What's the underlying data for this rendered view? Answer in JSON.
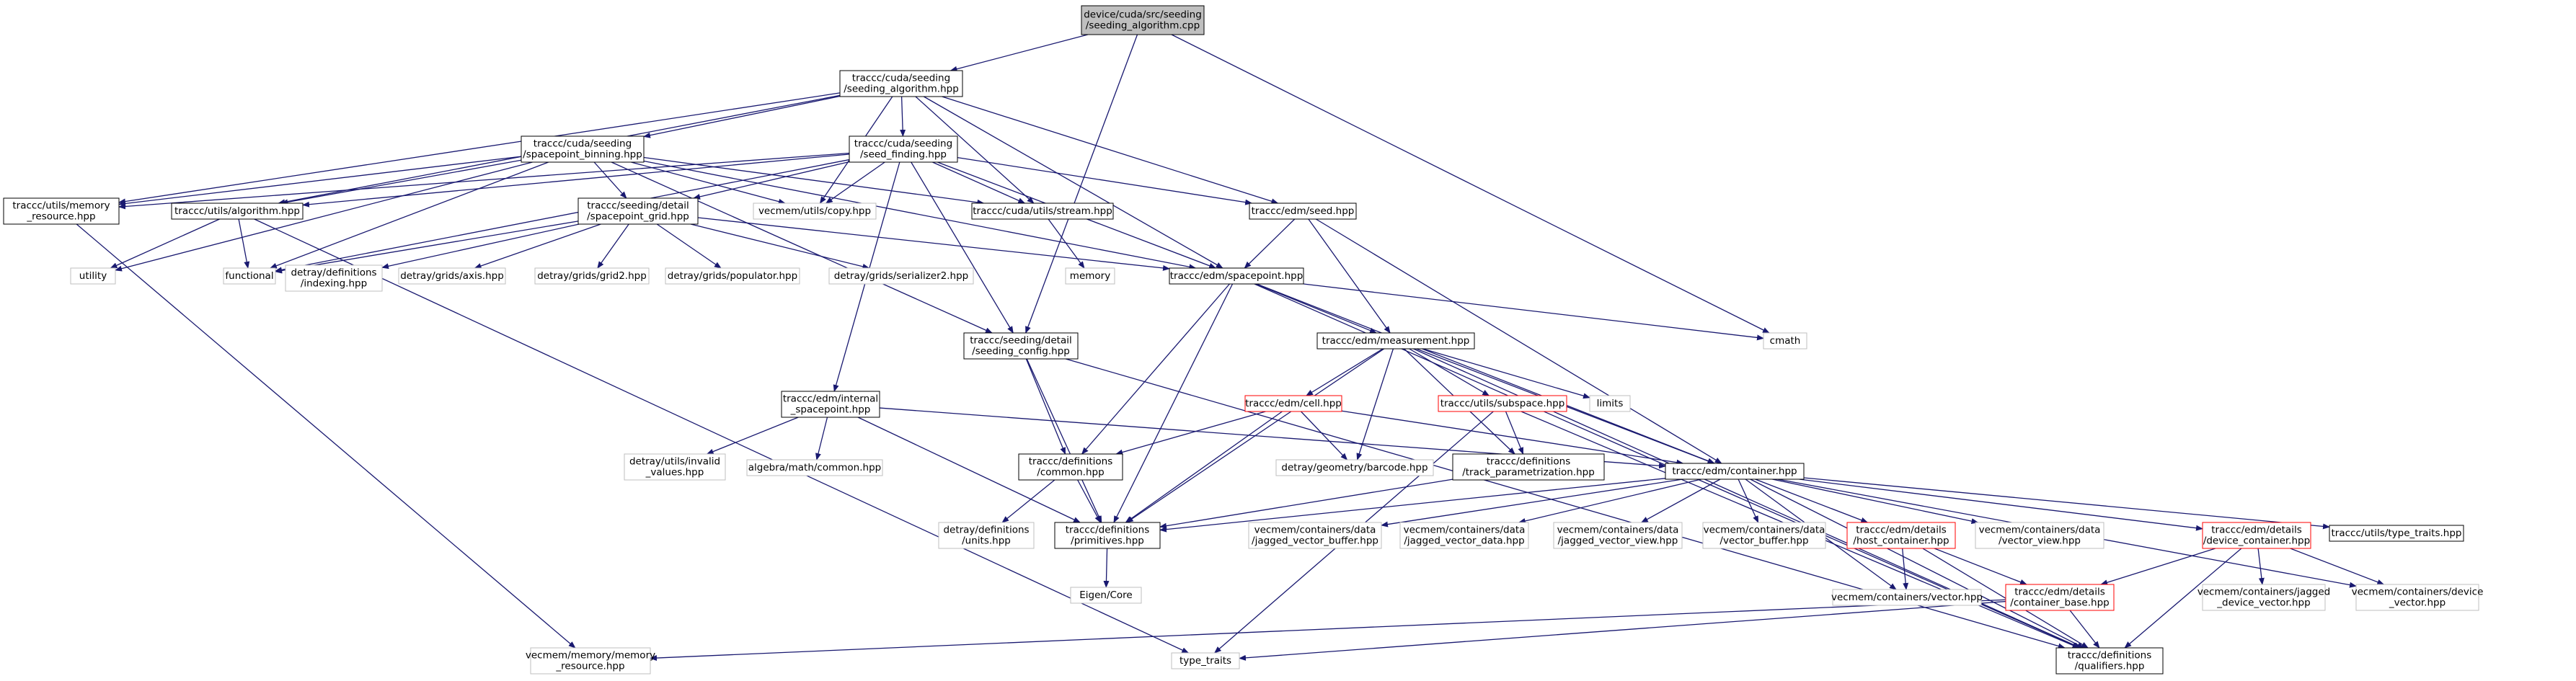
{
  "colors": {
    "edge": "#191970",
    "border_main": "#000000",
    "border_red": "#ff0000",
    "border_gray": "#bfbfbf",
    "fill_root": "#bfbfbf",
    "fill_node": "#ffffff",
    "text": "#000000"
  },
  "nodes": [
    {
      "id": "root",
      "lines": [
        "device/cuda/src/seeding",
        "/seeding_algorithm.cpp"
      ],
      "style": "root"
    },
    {
      "id": "seeding_alg",
      "lines": [
        "traccc/cuda/seeding",
        "/seeding_algorithm.hpp"
      ],
      "style": "main"
    },
    {
      "id": "sp_binning",
      "lines": [
        "traccc/cuda/seeding",
        "/spacepoint_binning.hpp"
      ],
      "style": "main"
    },
    {
      "id": "seed_finding",
      "lines": [
        "traccc/cuda/seeding",
        "/seed_finding.hpp"
      ],
      "style": "main"
    },
    {
      "id": "memory_resource",
      "lines": [
        "traccc/utils/memory",
        "_resource.hpp"
      ],
      "style": "main"
    },
    {
      "id": "algorithm",
      "lines": [
        "traccc/utils/algorithm.hpp"
      ],
      "style": "main"
    },
    {
      "id": "utility",
      "lines": [
        "utility"
      ],
      "style": "gray"
    },
    {
      "id": "functional",
      "lines": [
        "functional"
      ],
      "style": "gray"
    },
    {
      "id": "sp_grid",
      "lines": [
        "traccc/seeding/detail",
        "/spacepoint_grid.hpp"
      ],
      "style": "main"
    },
    {
      "id": "indexing",
      "lines": [
        "detray/definitions",
        "/indexing.hpp"
      ],
      "style": "gray"
    },
    {
      "id": "axis",
      "lines": [
        "detray/grids/axis.hpp"
      ],
      "style": "gray"
    },
    {
      "id": "grid2",
      "lines": [
        "detray/grids/grid2.hpp"
      ],
      "style": "gray"
    },
    {
      "id": "populator",
      "lines": [
        "detray/grids/populator.hpp"
      ],
      "style": "gray"
    },
    {
      "id": "serializer2",
      "lines": [
        "detray/grids/serializer2.hpp"
      ],
      "style": "gray"
    },
    {
      "id": "copy",
      "lines": [
        "vecmem/utils/copy.hpp"
      ],
      "style": "gray"
    },
    {
      "id": "stream",
      "lines": [
        "traccc/cuda/utils/stream.hpp"
      ],
      "style": "main"
    },
    {
      "id": "memory",
      "lines": [
        "memory"
      ],
      "style": "gray"
    },
    {
      "id": "seed",
      "lines": [
        "traccc/edm/seed.hpp"
      ],
      "style": "main"
    },
    {
      "id": "spacepoint",
      "lines": [
        "traccc/edm/spacepoint.hpp"
      ],
      "style": "main"
    },
    {
      "id": "cmath",
      "lines": [
        "cmath"
      ],
      "style": "gray"
    },
    {
      "id": "seeding_config",
      "lines": [
        "traccc/seeding/detail",
        "/seeding_config.hpp"
      ],
      "style": "main"
    },
    {
      "id": "measurement",
      "lines": [
        "traccc/edm/measurement.hpp"
      ],
      "style": "main"
    },
    {
      "id": "internal_sp",
      "lines": [
        "traccc/edm/internal",
        "_spacepoint.hpp"
      ],
      "style": "main"
    },
    {
      "id": "cell",
      "lines": [
        "traccc/edm/cell.hpp"
      ],
      "style": "red"
    },
    {
      "id": "subspace",
      "lines": [
        "traccc/utils/subspace.hpp"
      ],
      "style": "red"
    },
    {
      "id": "limits",
      "lines": [
        "limits"
      ],
      "style": "gray"
    },
    {
      "id": "invalid_values",
      "lines": [
        "detray/utils/invalid",
        "_values.hpp"
      ],
      "style": "gray"
    },
    {
      "id": "alg_common",
      "lines": [
        "algebra/math/common.hpp"
      ],
      "style": "gray"
    },
    {
      "id": "def_common",
      "lines": [
        "traccc/definitions",
        "/common.hpp"
      ],
      "style": "main"
    },
    {
      "id": "barcode",
      "lines": [
        "detray/geometry/barcode.hpp"
      ],
      "style": "gray"
    },
    {
      "id": "track_param",
      "lines": [
        "traccc/definitions",
        "/track_parametrization.hpp"
      ],
      "style": "main"
    },
    {
      "id": "container",
      "lines": [
        "traccc/edm/container.hpp"
      ],
      "style": "main"
    },
    {
      "id": "units",
      "lines": [
        "detray/definitions",
        "/units.hpp"
      ],
      "style": "gray"
    },
    {
      "id": "primitives",
      "lines": [
        "traccc/definitions",
        "/primitives.hpp"
      ],
      "style": "main"
    },
    {
      "id": "eigen",
      "lines": [
        "Eigen/Core"
      ],
      "style": "gray"
    },
    {
      "id": "jv_buffer",
      "lines": [
        "vecmem/containers/data",
        "/jagged_vector_buffer.hpp"
      ],
      "style": "gray"
    },
    {
      "id": "jv_data",
      "lines": [
        "vecmem/containers/data",
        "/jagged_vector_data.hpp"
      ],
      "style": "gray"
    },
    {
      "id": "jv_view",
      "lines": [
        "vecmem/containers/data",
        "/jagged_vector_view.hpp"
      ],
      "style": "gray"
    },
    {
      "id": "vec_buffer",
      "lines": [
        "vecmem/containers/data",
        "/vector_buffer.hpp"
      ],
      "style": "gray"
    },
    {
      "id": "host_container",
      "lines": [
        "traccc/edm/details",
        "/host_container.hpp"
      ],
      "style": "red"
    },
    {
      "id": "vector_view",
      "lines": [
        "vecmem/containers/data",
        "/vector_view.hpp"
      ],
      "style": "gray"
    },
    {
      "id": "device_container",
      "lines": [
        "traccc/edm/details",
        "/device_container.hpp"
      ],
      "style": "red"
    },
    {
      "id": "type_traits_hpp",
      "lines": [
        "traccc/utils/type_traits.hpp"
      ],
      "style": "main"
    },
    {
      "id": "vec_vector",
      "lines": [
        "vecmem/containers/vector.hpp"
      ],
      "style": "gray"
    },
    {
      "id": "container_base",
      "lines": [
        "traccc/edm/details",
        "/container_base.hpp"
      ],
      "style": "red"
    },
    {
      "id": "jagged_device_vector",
      "lines": [
        "vecmem/containers/jagged",
        "_device_vector.hpp"
      ],
      "style": "gray"
    },
    {
      "id": "device_vector",
      "lines": [
        "vecmem/containers/device",
        "_vector.hpp"
      ],
      "style": "gray"
    },
    {
      "id": "vm_memory_resource",
      "lines": [
        "vecmem/memory/memory",
        "_resource.hpp"
      ],
      "style": "gray"
    },
    {
      "id": "type_traits",
      "lines": [
        "type_traits"
      ],
      "style": "gray"
    },
    {
      "id": "qualifiers",
      "lines": [
        "traccc/definitions",
        "/qualifiers.hpp"
      ],
      "style": "main"
    }
  ],
  "edges": [
    [
      "root",
      "seeding_alg"
    ],
    [
      "root",
      "seeding_config"
    ],
    [
      "root",
      "cmath"
    ],
    [
      "seeding_alg",
      "sp_binning"
    ],
    [
      "seeding_alg",
      "seed_finding"
    ],
    [
      "seeding_alg",
      "memory_resource"
    ],
    [
      "seeding_alg",
      "algorithm"
    ],
    [
      "seeding_alg",
      "copy"
    ],
    [
      "seeding_alg",
      "stream"
    ],
    [
      "seeding_alg",
      "seed"
    ],
    [
      "seeding_alg",
      "spacepoint"
    ],
    [
      "sp_binning",
      "memory_resource"
    ],
    [
      "sp_binning",
      "algorithm"
    ],
    [
      "sp_binning",
      "sp_grid"
    ],
    [
      "sp_binning",
      "copy"
    ],
    [
      "sp_binning",
      "stream"
    ],
    [
      "sp_binning",
      "spacepoint"
    ],
    [
      "sp_binning",
      "seeding_config"
    ],
    [
      "sp_binning",
      "utility"
    ],
    [
      "sp_binning",
      "functional"
    ],
    [
      "seed_finding",
      "memory_resource"
    ],
    [
      "seed_finding",
      "algorithm"
    ],
    [
      "seed_finding",
      "copy"
    ],
    [
      "seed_finding",
      "stream"
    ],
    [
      "seed_finding",
      "seed"
    ],
    [
      "seed_finding",
      "spacepoint"
    ],
    [
      "seed_finding",
      "seeding_config"
    ],
    [
      "seed_finding",
      "sp_grid"
    ],
    [
      "seed_finding",
      "internal_sp"
    ],
    [
      "seed_finding",
      "functional"
    ],
    [
      "memory_resource",
      "vm_memory_resource"
    ],
    [
      "algorithm",
      "utility"
    ],
    [
      "algorithm",
      "functional"
    ],
    [
      "algorithm",
      "type_traits"
    ],
    [
      "sp_grid",
      "indexing"
    ],
    [
      "sp_grid",
      "axis"
    ],
    [
      "sp_grid",
      "grid2"
    ],
    [
      "sp_grid",
      "populator"
    ],
    [
      "sp_grid",
      "serializer2"
    ],
    [
      "sp_grid",
      "spacepoint"
    ],
    [
      "sp_grid",
      "functional"
    ],
    [
      "stream",
      "memory"
    ],
    [
      "seed",
      "spacepoint"
    ],
    [
      "seed",
      "measurement"
    ],
    [
      "seed",
      "container"
    ],
    [
      "spacepoint",
      "measurement"
    ],
    [
      "spacepoint",
      "container"
    ],
    [
      "spacepoint",
      "primitives"
    ],
    [
      "spacepoint",
      "def_common"
    ],
    [
      "spacepoint",
      "qualifiers"
    ],
    [
      "spacepoint",
      "cmath"
    ],
    [
      "seeding_config",
      "def_common"
    ],
    [
      "seeding_config",
      "primitives"
    ],
    [
      "seeding_config",
      "qualifiers"
    ],
    [
      "measurement",
      "cell"
    ],
    [
      "measurement",
      "subspace"
    ],
    [
      "measurement",
      "limits"
    ],
    [
      "measurement",
      "container"
    ],
    [
      "measurement",
      "primitives"
    ],
    [
      "measurement",
      "barcode"
    ],
    [
      "measurement",
      "track_param"
    ],
    [
      "measurement",
      "qualifiers"
    ],
    [
      "internal_sp",
      "invalid_values"
    ],
    [
      "internal_sp",
      "alg_common"
    ],
    [
      "internal_sp",
      "primitives"
    ],
    [
      "internal_sp",
      "container"
    ],
    [
      "cell",
      "def_common"
    ],
    [
      "cell",
      "primitives"
    ],
    [
      "cell",
      "barcode"
    ],
    [
      "cell",
      "container"
    ],
    [
      "subspace",
      "track_param"
    ],
    [
      "subspace",
      "type_traits"
    ],
    [
      "subspace",
      "qualifiers"
    ],
    [
      "def_common",
      "units"
    ],
    [
      "def_common",
      "primitives"
    ],
    [
      "track_param",
      "primitives"
    ],
    [
      "primitives",
      "eigen"
    ],
    [
      "container",
      "primitives"
    ],
    [
      "container",
      "jv_buffer"
    ],
    [
      "container",
      "jv_data"
    ],
    [
      "container",
      "jv_view"
    ],
    [
      "container",
      "vec_buffer"
    ],
    [
      "container",
      "host_container"
    ],
    [
      "container",
      "vector_view"
    ],
    [
      "container",
      "device_container"
    ],
    [
      "container",
      "type_traits_hpp"
    ],
    [
      "container",
      "vec_vector"
    ],
    [
      "container",
      "qualifiers"
    ],
    [
      "container",
      "device_vector"
    ],
    [
      "host_container",
      "vec_vector"
    ],
    [
      "host_container",
      "container_base"
    ],
    [
      "host_container",
      "qualifiers"
    ],
    [
      "device_container",
      "container_base"
    ],
    [
      "device_container",
      "jagged_device_vector"
    ],
    [
      "device_container",
      "device_vector"
    ],
    [
      "device_container",
      "qualifiers"
    ],
    [
      "container_base",
      "vm_memory_resource"
    ],
    [
      "container_base",
      "type_traits"
    ],
    [
      "container_base",
      "qualifiers"
    ]
  ]
}
